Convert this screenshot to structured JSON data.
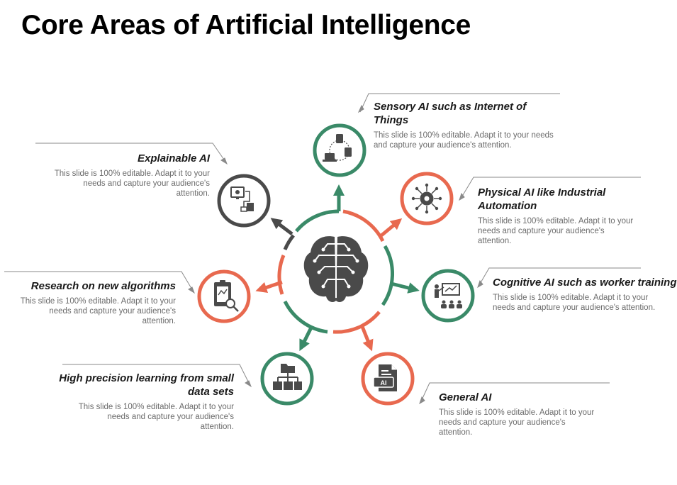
{
  "title": "Core Areas of Artificial Intelligence",
  "colors": {
    "green": "#3a8a68",
    "coral": "#e8694f",
    "dark": "#4a4a4a"
  },
  "center": {
    "icon": "brain-circuit-icon"
  },
  "areas": [
    {
      "heading": "Sensory AI such as Internet of Things",
      "body": "This slide is 100% editable. Adapt it to your needs and capture your audience's attention.",
      "icon": "iot-devices-icon",
      "color": "green"
    },
    {
      "heading": "Physical AI like Industrial Automation",
      "body": "This slide is 100% editable. Adapt it to your needs and capture your audience's attention.",
      "icon": "gear-network-icon",
      "color": "coral"
    },
    {
      "heading": "Cognitive AI such as worker training",
      "body": "This slide is 100% editable. Adapt it to your needs and capture your audience's attention.",
      "icon": "presentation-training-icon",
      "color": "green"
    },
    {
      "heading": "General AI",
      "body": "This slide is 100% editable. Adapt it to your needs and capture your audience's attention.",
      "icon": "ai-document-icon",
      "color": "coral"
    },
    {
      "heading": "High precision  learning from small data sets",
      "body": "This slide is 100% editable. Adapt it to your needs and capture your audience's attention.",
      "icon": "folder-hierarchy-icon",
      "color": "green"
    },
    {
      "heading": "Research on new algorithms",
      "body": "This slide is 100% editable. Adapt it to your needs and capture your audience's attention.",
      "icon": "clipboard-magnifier-icon",
      "color": "coral"
    },
    {
      "heading": "Explainable AI",
      "body": "This slide is 100% editable. Adapt it to your needs and capture your audience's attention.",
      "icon": "monitor-flowchart-icon",
      "color": "dark"
    }
  ]
}
